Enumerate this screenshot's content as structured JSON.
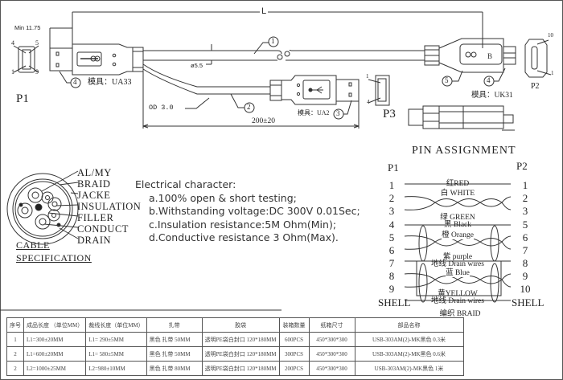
{
  "drawing": {
    "dimension_L": "L",
    "min_length": "Min 11.75",
    "diameter": "ø5.5",
    "od": "OD 3.0",
    "branch_length": "200±20",
    "callouts": [
      "1",
      "2",
      "3",
      "4",
      "5"
    ],
    "mold_ua33": "模具：UA33",
    "mold_ua2": "模具：UA2",
    "mold_uk31": "模具：UK31",
    "p1": {
      "label": "P1",
      "pins": [
        "4",
        "5",
        "1",
        "9"
      ]
    },
    "p2": {
      "label": "P2",
      "pins": [
        "10",
        "1"
      ]
    },
    "p3": {
      "label": "P3",
      "pins": [
        "1",
        "4"
      ]
    }
  },
  "cable": {
    "layers": [
      "AL/MY",
      "BRAID",
      "JACKE",
      "INSULATION",
      "FILLER",
      "CONDUCT",
      "DRAIN"
    ],
    "caption_line1": "CABLE",
    "caption_line2": "SPECIFICATION"
  },
  "electrical": {
    "title": "Electrical character:",
    "items": [
      "a.100% open & short testing;",
      "b.Withstanding voltage:DC 300V 0.01Sec;",
      "c.Insulation resistance:5M Ohm(Min);",
      "d.Conductive resistance 3 Ohm(Max)."
    ]
  },
  "pin_assignment": {
    "title": "PIN ASSIGNMENT",
    "left_header": "P1",
    "right_header": "P2",
    "left_pins": [
      "1",
      "2",
      "3",
      "4",
      "5",
      "6",
      "7",
      "8",
      "9",
      "SHELL"
    ],
    "right_pins": [
      "1",
      "2",
      "3",
      "5",
      "6",
      "7",
      "8",
      "9",
      "10",
      "SHELL"
    ],
    "wire_labels": {
      "red": "红RED",
      "white": "白 WHITE",
      "green": "绿 GREEN",
      "black": "黑 Black",
      "orange": "橙 Orange",
      "purple": "紫 purple",
      "drain1": "地线 Drain wires",
      "blue": "蓝 Blue",
      "yellow": "黄YELLOW",
      "drain2": "地线 Drain wires",
      "braid": "编织 BRAID"
    }
  },
  "spec_table": {
    "headers": [
      "序号",
      "成品长度 （单位MM）",
      "裁线长度（单位MM）",
      "扎带",
      "胶袋",
      "装箱数量",
      "纸箱尺寸",
      "部品名称"
    ],
    "rows": [
      [
        "1",
        "L1=300±20MM",
        "L1= 290±5MM",
        "黑色 扎带 50MM",
        "透明PE袋白封口 120*180MM",
        "600PCS",
        "450*300*300",
        "USB-303AM(2)-MK黑色 0.3米"
      ],
      [
        "2",
        "L1=600±20MM",
        "L1= 580±5MM",
        "黑色 扎带 50MM",
        "透明PE袋白封口 120*180MM",
        "300PCS",
        "450*300*300",
        "USB-303AM(2)-MK黑色 0.6米"
      ],
      [
        "2",
        "L2=1000±25MM",
        "L2=980±10MM",
        "黑色 扎带 80MM",
        "透明PE袋白封口 120*180MM",
        "200PCS",
        "450*300*300",
        "USB-303AM(2)-MK黑色 1米"
      ]
    ]
  }
}
